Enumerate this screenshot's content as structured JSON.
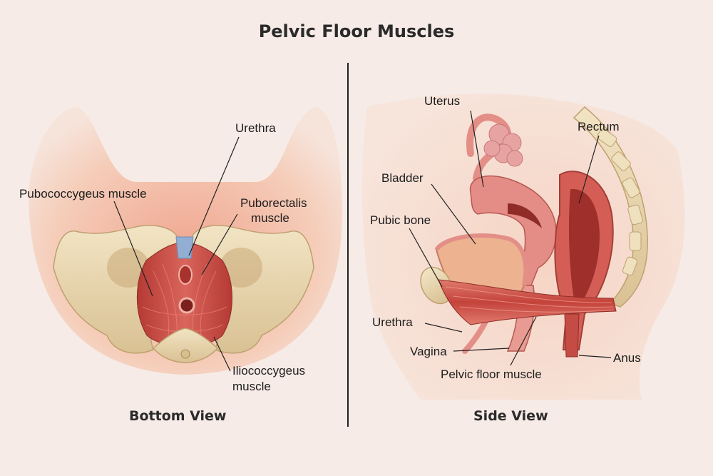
{
  "title": "Pelvic Floor Muscles",
  "bottom_view": {
    "caption": "Bottom View",
    "labels": {
      "urethra": "Urethra",
      "pubococcygeus": "Pubococcygeus muscle",
      "puborectalis_1": "Puborectalis",
      "puborectalis_2": "muscle",
      "iliococcygeus_1": "Iliococcygeus",
      "iliococcygeus_2": "muscle"
    }
  },
  "side_view": {
    "caption": "Side View",
    "labels": {
      "uterus": "Uterus",
      "rectum": "Rectum",
      "bladder": "Bladder",
      "pubic_bone": "Pubic bone",
      "urethra": "Urethra",
      "vagina": "Vagina",
      "pelvic_floor_muscle": "Pelvic floor muscle",
      "anus": "Anus"
    }
  },
  "colors": {
    "background": "#f6ebe6",
    "skin": "#f3c7b4",
    "muscle": "#c94a42",
    "bone": "#ead8b2",
    "urethra_blue": "#93aed3",
    "organ_pink": "#e7958d",
    "leader": "#222222"
  }
}
